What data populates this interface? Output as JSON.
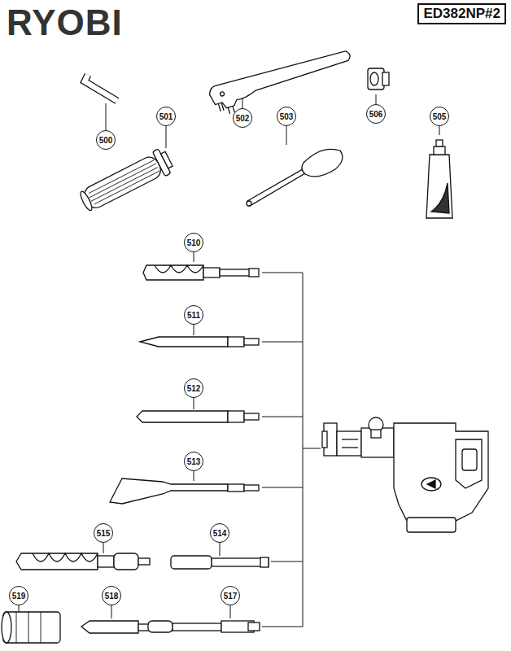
{
  "diagram": {
    "title": "RYOBI",
    "nodes": [
      {
        "text": [
          "ED382NP#2"
        ]
      },
      {
        "text": [
          "500"
        ]
      },
      {
        "text": [
          "501"
        ]
      },
      {
        "text": [
          "502"
        ]
      },
      {
        "text": [
          "503"
        ]
      },
      {
        "text": [
          "506"
        ]
      },
      {
        "text": [
          "505"
        ]
      },
      {
        "text": [
          "510"
        ]
      },
      {
        "text": [
          "511"
        ]
      },
      {
        "text": [
          "512"
        ]
      },
      {
        "text": [
          "513"
        ]
      },
      {
        "text": [
          "515"
        ]
      },
      {
        "text": [
          "514"
        ]
      },
      {
        "text": [
          "519"
        ]
      },
      {
        "text": [
          "518"
        ]
      },
      {
        "text": [
          "517"
        ]
      }
    ]
  }
}
